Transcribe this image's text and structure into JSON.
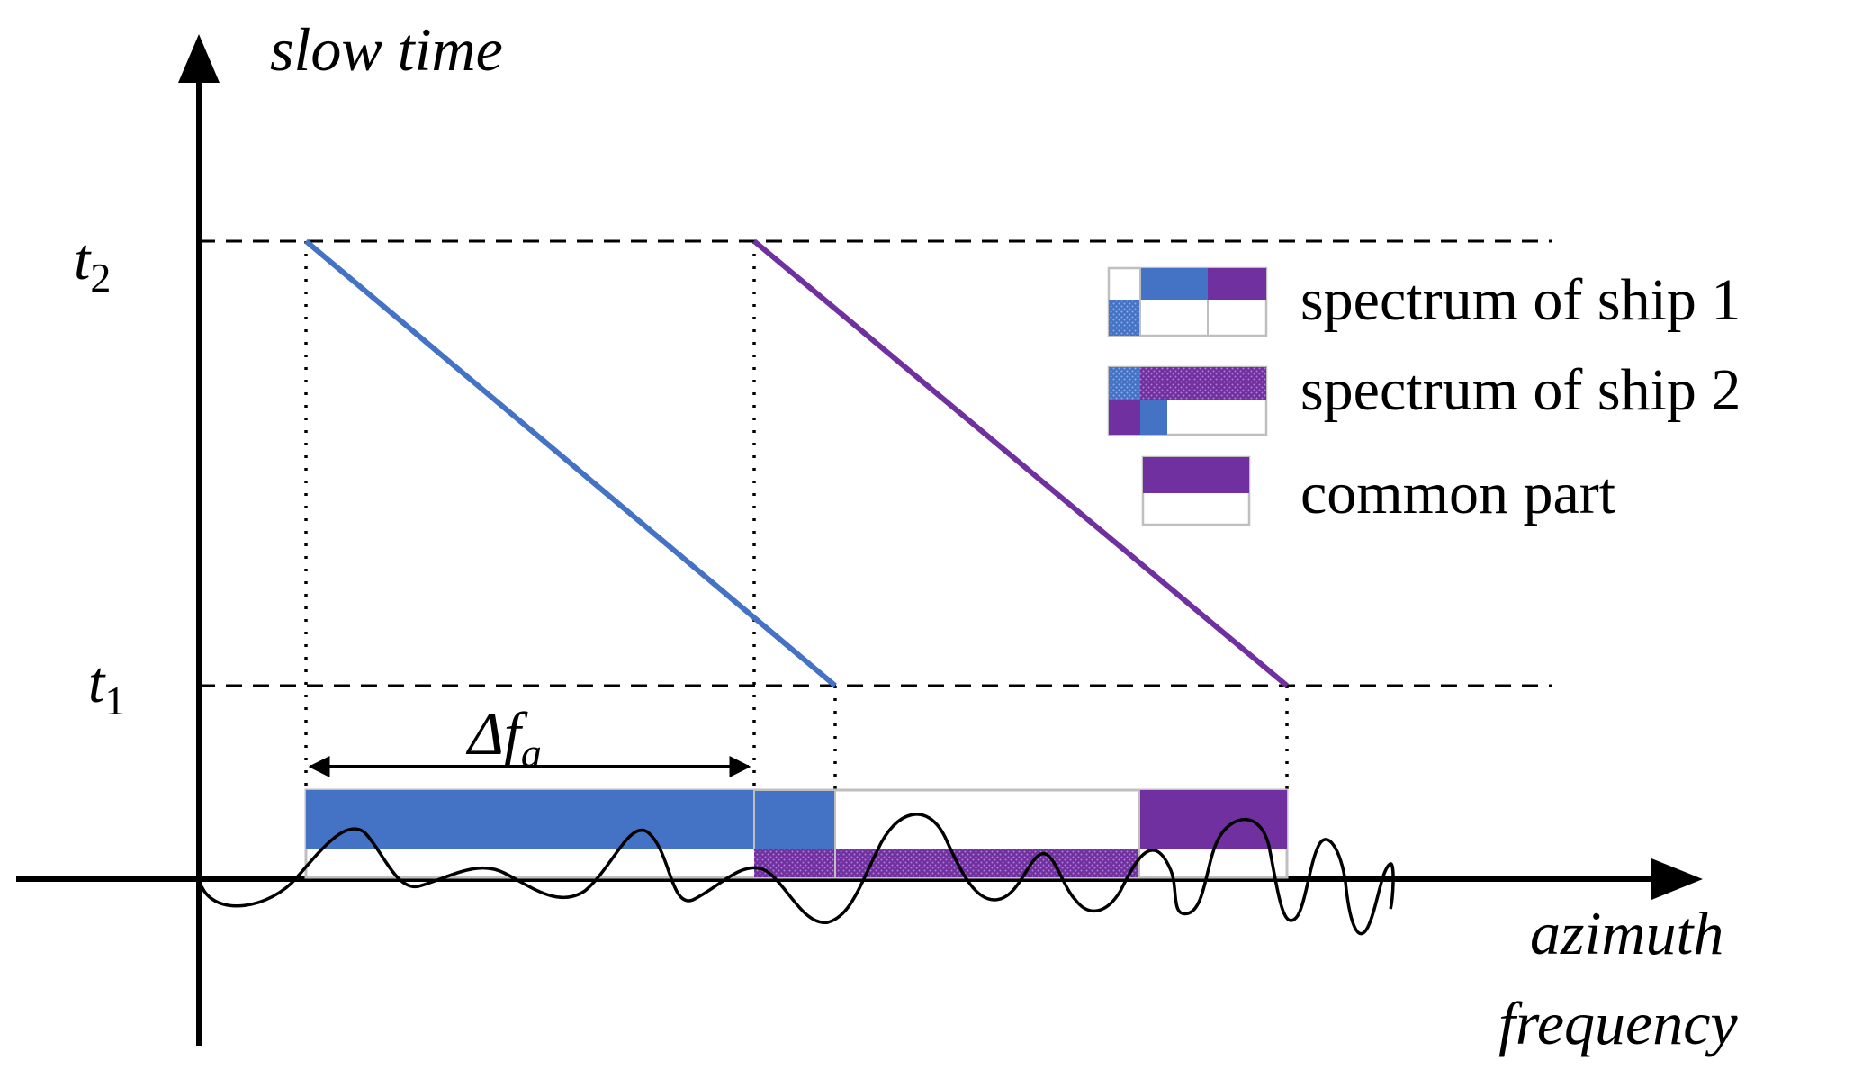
{
  "axes": {
    "y_label": "slow time",
    "x_label_line1": "azimuth",
    "x_label_line2": "frequency"
  },
  "time_marks": {
    "t2_base": "t",
    "t2_sub": "2",
    "t1_base": "t",
    "t1_sub": "1"
  },
  "bandwidth_label": {
    "base": "Δf",
    "sub": "a"
  },
  "legend": {
    "ship1": "spectrum of ship 1",
    "ship2": "spectrum of ship 2",
    "common": "common part"
  },
  "colors": {
    "ship1": "#4472c4",
    "ship2": "#7030a0",
    "axis": "#000000"
  }
}
